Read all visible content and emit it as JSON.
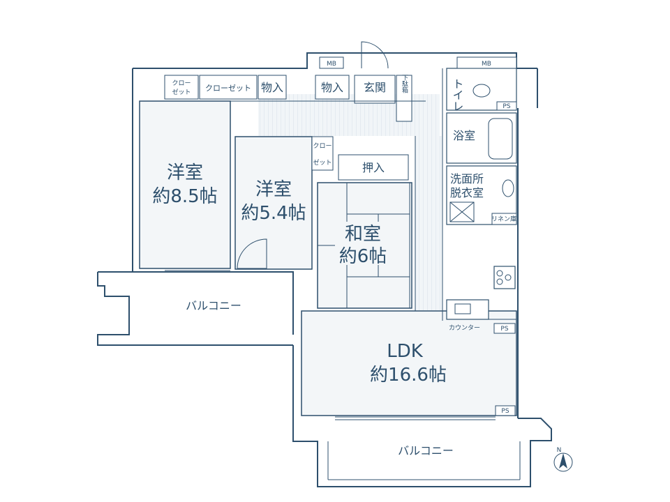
{
  "labels": {
    "mb1": "MB",
    "mb2": "MB",
    "closet1": "クロー",
    "closet1b": "ゼット",
    "closet2": "クローゼット",
    "storage1": "物入",
    "storage2": "物入",
    "entrance": "玄関",
    "shoebox": "下駄箱",
    "toilet": "トイレ",
    "ps1": "PS",
    "bath": "浴室",
    "closet3": "クロー",
    "closet3b": "ゼット",
    "oshiire": "押入",
    "washroom1": "洗面所",
    "washroom2": "脱衣室",
    "linen": "リネン庫",
    "room1_name": "洋室",
    "room1_size": "約8.5帖",
    "room2_name": "洋室",
    "room2_size": "約5.4帖",
    "washitsu_name": "和室",
    "washitsu_size": "約6帖",
    "balcony1": "バルコニー",
    "counter": "カウンター",
    "ps2": "PS",
    "ldk_name": "LDK",
    "ldk_size": "約16.6帖",
    "ps3": "PS",
    "balcony2": "バルコニー",
    "north": "N"
  }
}
